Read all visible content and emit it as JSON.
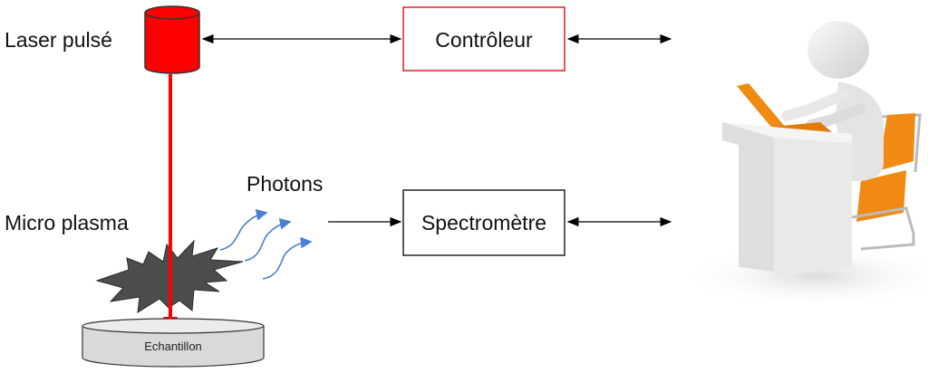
{
  "labels": {
    "laser": "Laser pulsé",
    "controller": "Contrôleur",
    "photons": "Photons",
    "plasma": "Micro plasma",
    "spectrometer": "Spectromètre",
    "sample": "Echantillon"
  },
  "colors": {
    "laser": "#ff0000",
    "controller_border": "#e02020",
    "photon_waves": "#4a7fd4",
    "plasma": "#4d4d4d",
    "sample": "#d9d9d9",
    "laptop": "#f08a12"
  }
}
